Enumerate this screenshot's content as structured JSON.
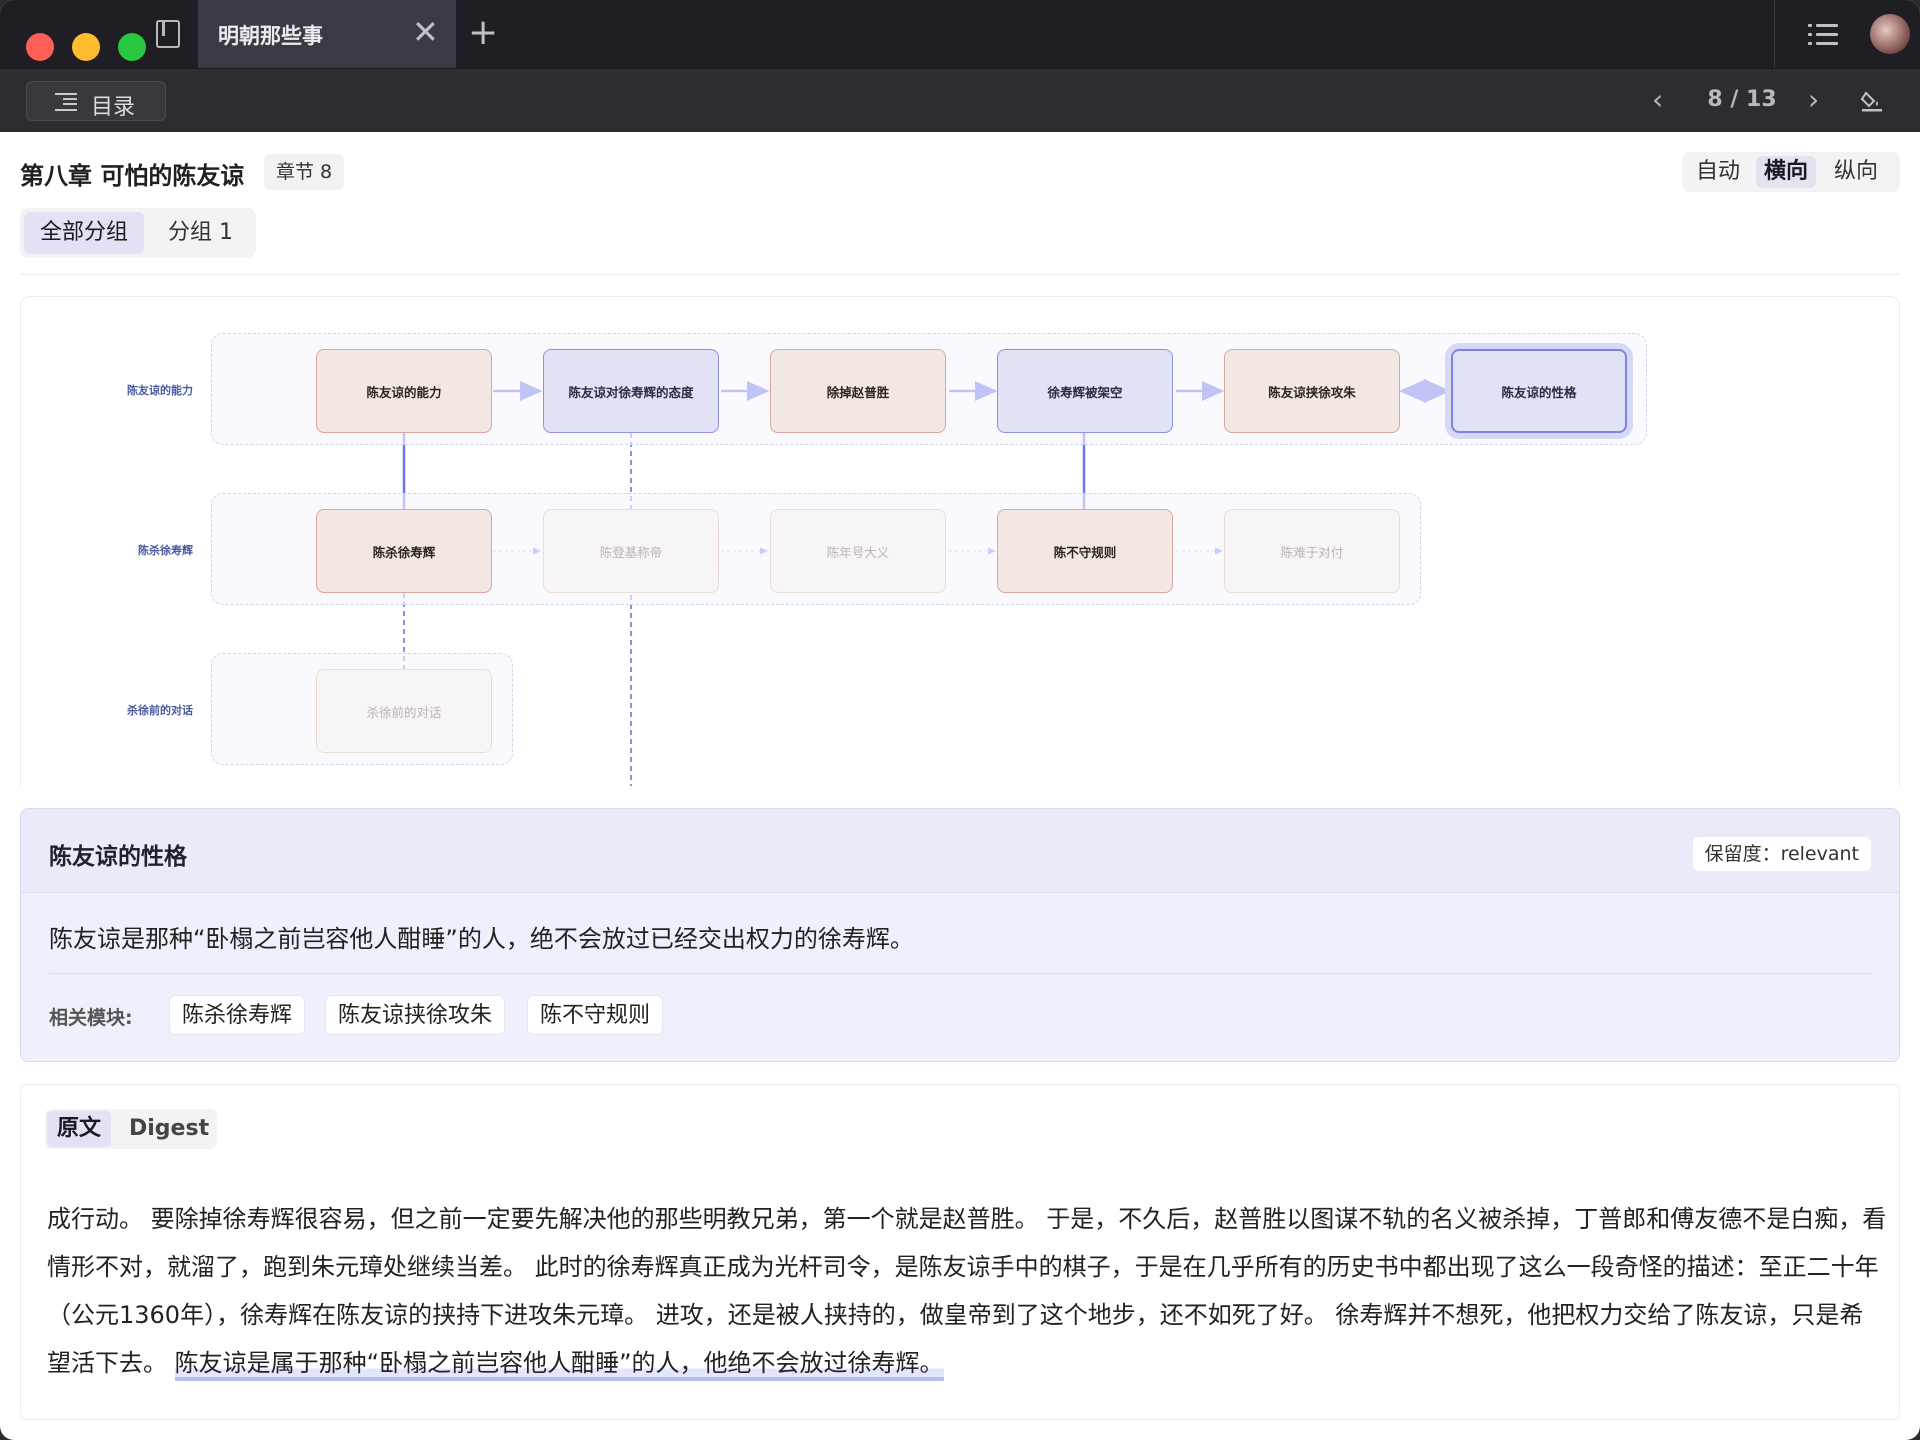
{
  "window": {
    "tab_title": "明朝那些事",
    "tab_close": "✕",
    "tab_add": "+"
  },
  "toolbar": {
    "toc_label": "目录",
    "prev": "‹",
    "next": "›",
    "page": "8 / 13"
  },
  "header": {
    "chapter_title": "第八章 可怕的陈友谅",
    "chapter_badge": "章节 8",
    "orientation": [
      "自动",
      "横向",
      "纵向"
    ],
    "orientation_active": "横向",
    "groups": [
      "全部分组",
      "分组 1"
    ],
    "group_active": "全部分组"
  },
  "diagram": {
    "lanes": [
      "陈友谅的能力",
      "陈杀徐寿辉",
      "杀徐前的对话"
    ],
    "nodes": {
      "n1": "陈友谅的能力",
      "n2": "陈友谅对徐寿辉的态度",
      "n3": "除掉赵普胜",
      "n4": "徐寿辉被架空",
      "n5": "陈友谅挟徐攻朱",
      "n6": "陈友谅的性格",
      "n7": "陈杀徐寿辉",
      "n8": "陈登基称帝",
      "n9": "陈年号大义",
      "n10": "陈不守规则",
      "n11": "陈难于对付",
      "n12": "杀徐前的对话"
    }
  },
  "detail": {
    "title": "陈友谅的性格",
    "retention": "保留度：relevant",
    "body": "陈友谅是那种“卧榻之前岂容他人酣睡”的人，绝不会放过已经交出权力的徐寿辉。",
    "related_label": "相关模块:",
    "related": [
      "陈杀徐寿辉",
      "陈友谅挟徐攻朱",
      "陈不守规则"
    ]
  },
  "source": {
    "tabs": [
      "原文",
      "Digest"
    ],
    "active_tab": "原文",
    "text": "成行动。 要除掉徐寿辉很容易，但之前一定要先解决他的那些明教兄弟，第一个就是赵普胜。 于是，不久后，赵普胜以图谋不轨的名义被杀掉，丁普郎和傅友德不是白痴，看情形不对，就溜了，跑到朱元璋处继续当差。 此时的徐寿辉真正成为光杆司令，是陈友谅手中的棋子，于是在几乎所有的历史书中都出现了这么一段奇怪的描述：至正二十年（公元1360年），徐寿辉在陈友谅的挟持下进攻朱元璋。 进攻，还是被人挟持的，做皇帝到了这个地步，还不如死了好。 徐寿辉并不想死，他把权力交给了陈友谅，只是希望活下去。 ",
    "highlight": "陈友谅是属于那种“卧榻之前岂容他人酣睡”的人，他绝不会放过徐寿辉。"
  }
}
